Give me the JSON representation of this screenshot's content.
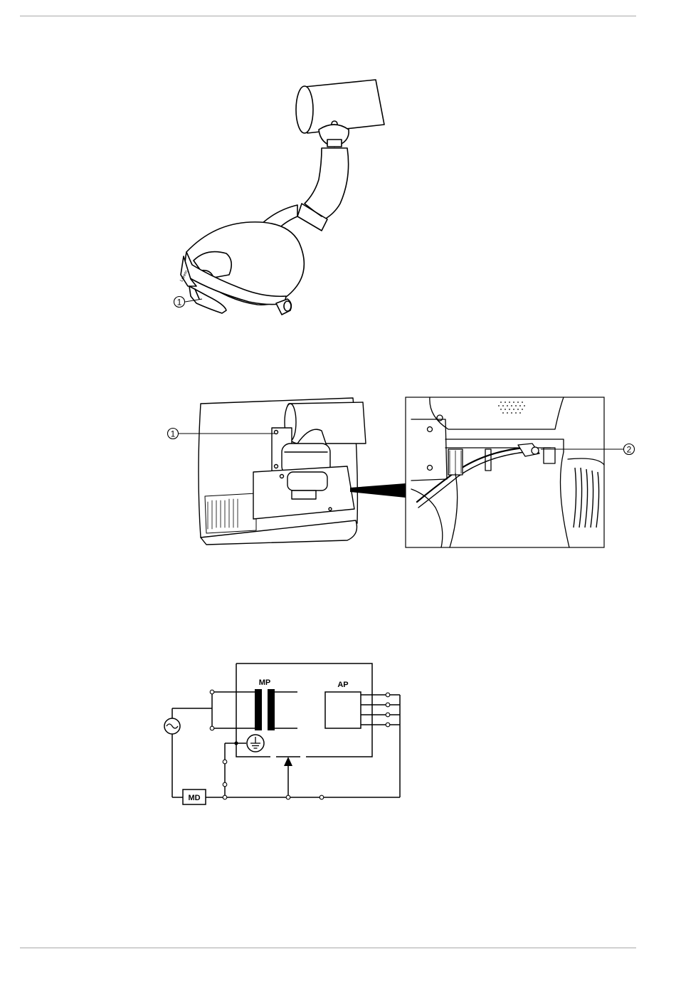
{
  "figure1": {
    "callouts": [
      "1"
    ]
  },
  "figure2": {
    "callouts": [
      "1",
      "2"
    ]
  },
  "figure3": {
    "labels": {
      "mp": "MP",
      "ap": "AP",
      "md": "MD"
    },
    "icons": {
      "ac_source": "ac-source-icon",
      "ground": "ground-icon"
    }
  }
}
